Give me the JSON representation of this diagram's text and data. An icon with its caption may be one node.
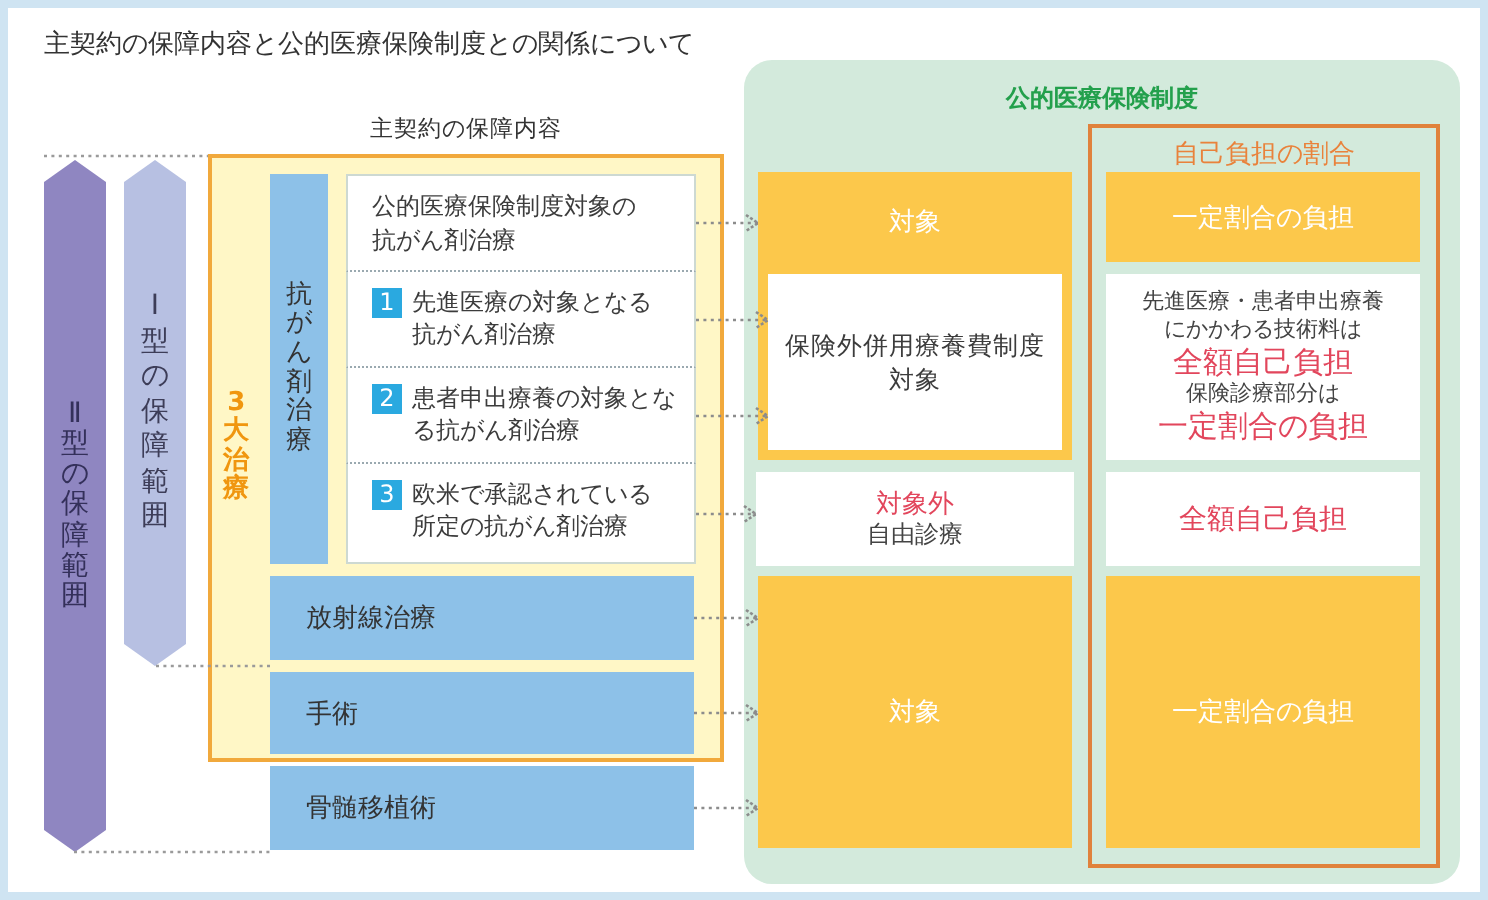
{
  "diagram": {
    "title": "主契約の保障内容と公的医療保険制度との関係について",
    "nodes": [
      {
        "text": [
          "Ⅱ型の保障範囲"
        ]
      },
      {
        "text": [
          "Ⅰ型の保障範囲"
        ]
      },
      {
        "text": [
          "3大治療"
        ]
      },
      {
        "text": [
          "抗がん剤治療"
        ],
        "in": 2
      },
      {
        "text": [
          "公的医療保険制度対象の抗がん剤治療"
        ],
        "in": 2
      },
      {
        "text": [
          "1",
          "先進医療の対象となる抗がん剤治療"
        ],
        "in": 2
      },
      {
        "text": [
          "2",
          "患者申出療養の対象となる抗がん剤治療"
        ],
        "in": 2
      },
      {
        "text": [
          "3",
          "欧米で承認されている所定の抗がん剤治療"
        ],
        "in": 2
      },
      {
        "text": [
          "放射線治療"
        ],
        "in": 2
      },
      {
        "text": [
          "手術"
        ],
        "in": 2
      },
      {
        "text": [
          "骨髄移植術"
        ]
      },
      {
        "text": [
          "公的医療保険制度"
        ]
      },
      {
        "text": [
          "対象"
        ],
        "in": 11
      },
      {
        "text": [
          "保険外併用療養費制度対象"
        ],
        "in": 12
      },
      {
        "text": [
          "対象外",
          "自由診療"
        ],
        "in": 11
      },
      {
        "text": [
          "対象"
        ],
        "in": 11
      },
      {
        "text": [
          "自己負担の割合"
        ],
        "in": 11
      },
      {
        "text": [
          "一定割合の負担"
        ],
        "in": 16
      },
      {
        "text": [
          "先進医療・患者申出療養にかかわる技術料は",
          "全額自己負担",
          "保険診療部分は",
          "一定割合の負担"
        ],
        "in": 16
      },
      {
        "text": [
          "全額自己負担"
        ],
        "in": 16
      },
      {
        "text": [
          "一定割合の負担"
        ],
        "in": 16
      }
    ],
    "edges": [
      {
        "from": 4,
        "to": 12,
        "arrow": "to"
      },
      {
        "from": 5,
        "to": 13,
        "arrow": "to"
      },
      {
        "from": 6,
        "to": 13,
        "arrow": "to"
      },
      {
        "from": 7,
        "to": 14,
        "arrow": "to"
      },
      {
        "from": 8,
        "to": 15,
        "arrow": "to"
      },
      {
        "from": 9,
        "to": 15,
        "arrow": "to"
      },
      {
        "from": 10,
        "to": 15,
        "arrow": "to"
      }
    ],
    "labels": [
      "主契約の保障内容"
    ]
  }
}
